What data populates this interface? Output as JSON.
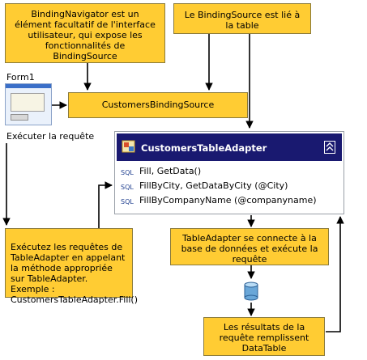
{
  "boxes": {
    "binding_navigator": "BindingNavigator est un élément facultatif de l'interface utilisateur, qui expose les fonctionnalités de BindingSource",
    "binding_source_note": "Le BindingSource est lié à la table",
    "customers_binding_source": "CustomersBindingSource",
    "execute_queries": "Exécutez les requêtes de\nTableAdapter en appelant\nla méthode appropriée\nsur TableAdapter.\nExemple :\nCustomersTableAdapter.Fill()",
    "adapter_connects": "TableAdapter se connecte à la base de données et exécute la requête",
    "results_fill": "Les résultats de la requête remplissent DataTable"
  },
  "form": {
    "title": "Form1",
    "caption": "Exécuter la requête"
  },
  "adapter": {
    "title": "CustomersTableAdapter",
    "method_icon_label": "SQL",
    "methods": [
      "Fill, GetData()",
      "FillByCity, GetDataByCity (@City)",
      "FillByCompanyName (@companyname)"
    ]
  },
  "colors": {
    "box_fill": "#ffcc33",
    "header_fill": "#191970",
    "connector": "#000000"
  }
}
